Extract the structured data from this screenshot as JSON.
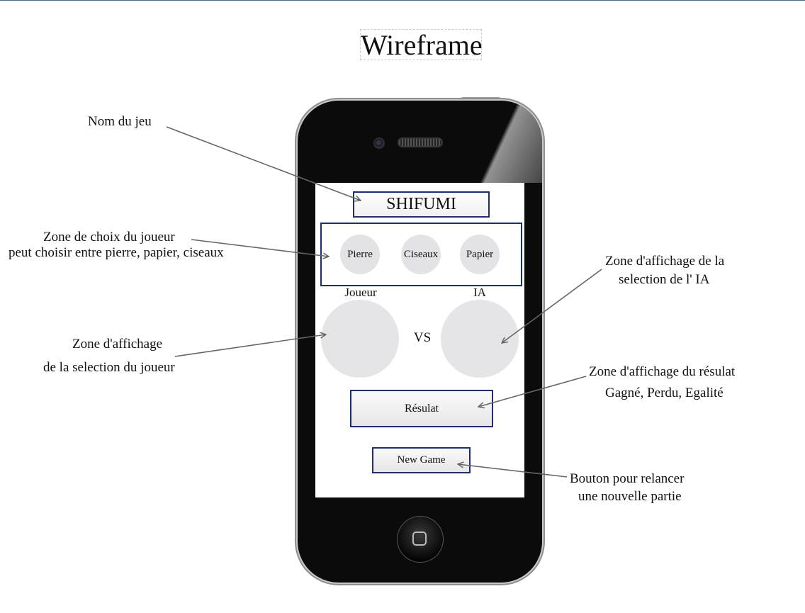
{
  "diagram": {
    "title": "Wireframe"
  },
  "annotations": {
    "game_name": "Nom du jeu",
    "choice_zone_line1": "Zone de choix du joueur",
    "choice_zone_line2": "peut choisir entre pierre, papier, ciseaux",
    "player_display_line1": "Zone d'affichage",
    "player_display_line2": "de la selection du joueur",
    "ia_display_line1": "Zone d'affichage de la",
    "ia_display_line2": "selection de l' IA",
    "result_display_line1": "Zone d'affichage du résulat",
    "result_display_line2": "Gagné, Perdu, Egalité",
    "new_game_line1": "Bouton pour relancer",
    "new_game_line2": "une nouvelle partie"
  },
  "app": {
    "title": "SHIFUMI",
    "choices": [
      "Pierre",
      "Ciseaux",
      "Papier"
    ],
    "player_label": "Joueur",
    "ia_label": "IA",
    "vs_label": "VS",
    "result_label": "Résulat",
    "new_game_label": "New Game"
  },
  "colors": {
    "box_border": "#1f2f6a",
    "circle_fill": "#e3e3e5",
    "arrow": "#666666",
    "phone_body": "#0b0b0b"
  }
}
